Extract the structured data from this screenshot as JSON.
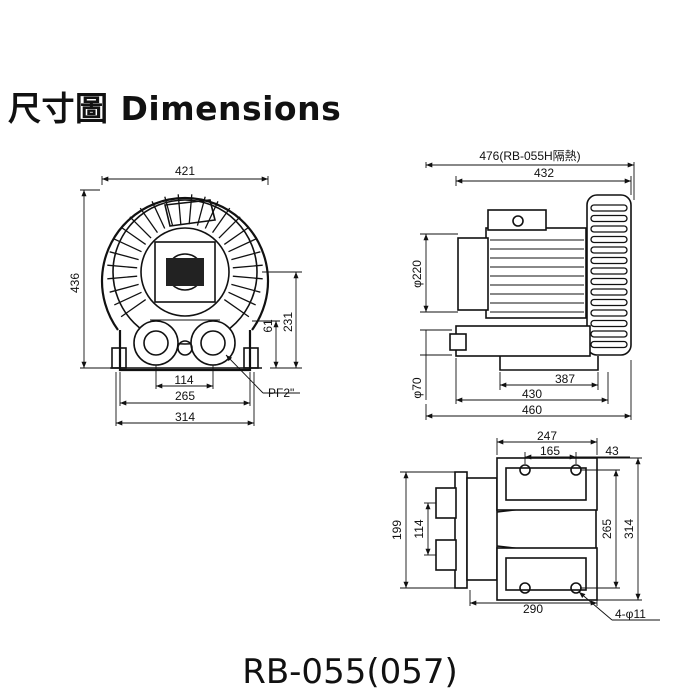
{
  "header": {
    "title": "尺寸圖 Dimensions"
  },
  "model": "RB-055(057)",
  "front_view": {
    "dims": {
      "width_top": "421",
      "height_left": "436",
      "outlet_h": "61",
      "center_h": "231",
      "port_gap": "114",
      "base_inner": "265",
      "base_outer": "314",
      "thread": "PF2\""
    }
  },
  "side_view": {
    "dims": {
      "total_insulated": "476(RB-055H隔熱)",
      "body_len": "432",
      "motor_dia": "φ220",
      "port_dia": "φ70",
      "rail_inner": "387",
      "base_len": "430",
      "total_len": "460"
    }
  },
  "bottom_view": {
    "dims": {
      "outer_w": "247",
      "hole_gap": "165",
      "offset": "43",
      "left_h": "199",
      "inner_h": "114",
      "hole_span": "265",
      "outer_h": "314",
      "foot_len": "290",
      "holes": "4-φ11"
    }
  }
}
